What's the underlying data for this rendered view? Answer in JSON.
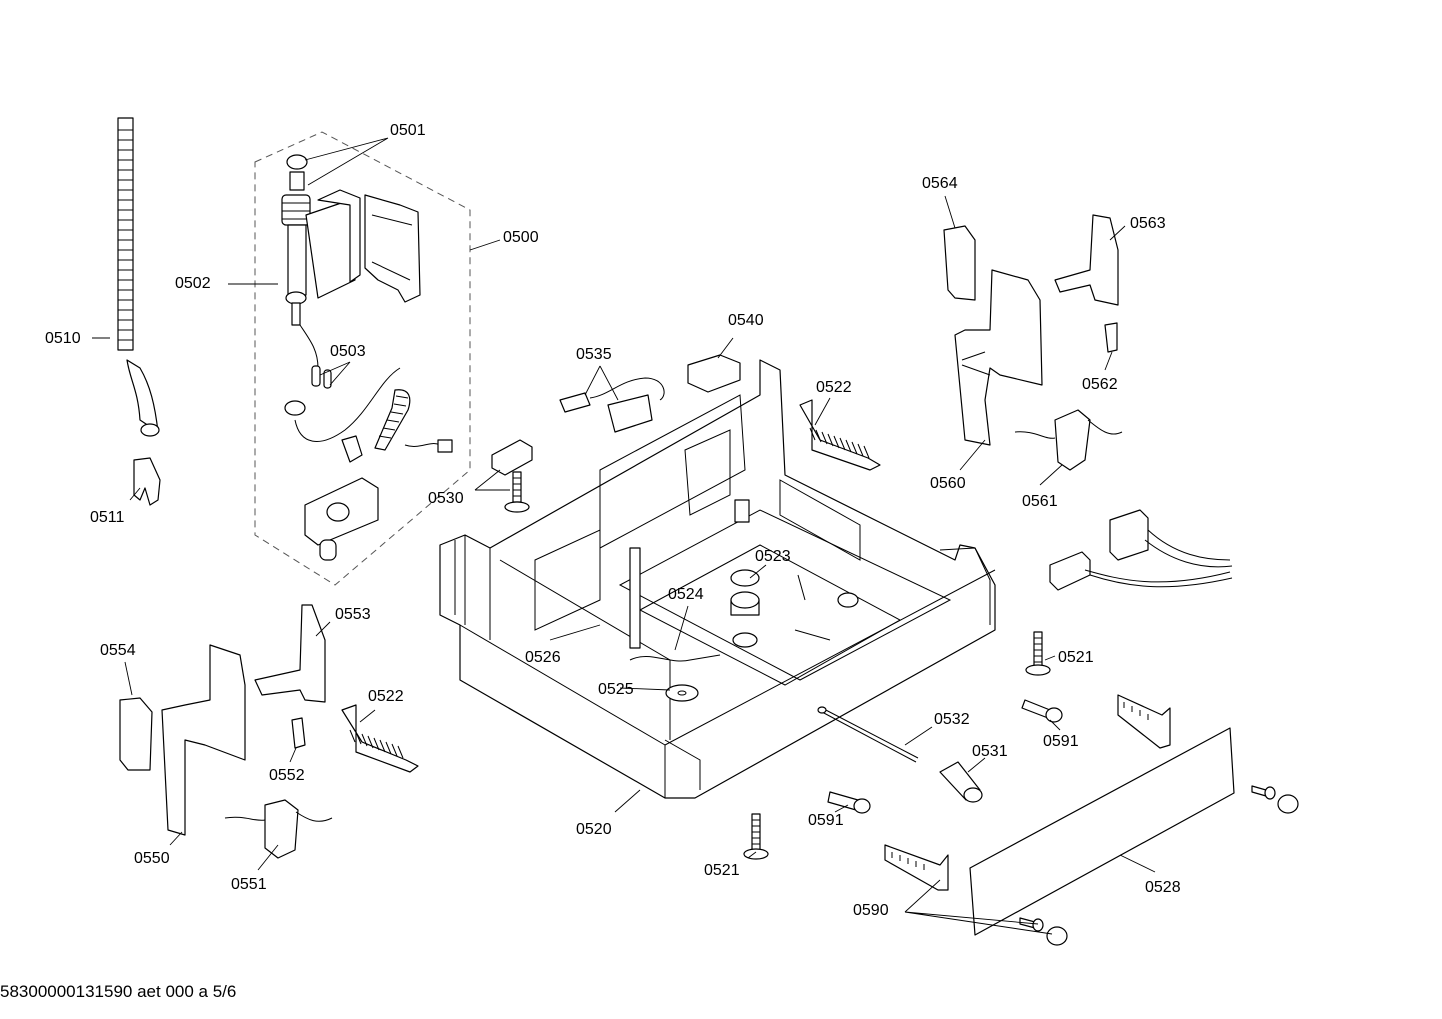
{
  "labels": {
    "l0501": "0501",
    "l0500": "0500",
    "l0502": "0502",
    "l0510": "0510",
    "l0503": "0503",
    "l0511": "0511",
    "l0535": "0535",
    "l0540": "0540",
    "l0522a": "0522",
    "l0530": "0530",
    "l0523": "0523",
    "l0524": "0524",
    "l0526": "0526",
    "l0525": "0525",
    "l0520": "0520",
    "l0564": "0564",
    "l0563": "0563",
    "l0562": "0562",
    "l0560": "0560",
    "l0561": "0561",
    "l0554": "0554",
    "l0553": "0553",
    "l0522b": "0522",
    "l0552": "0552",
    "l0550": "0550",
    "l0551": "0551",
    "l0521a": "0521",
    "l0591a": "0591",
    "l0532": "0532",
    "l0531": "0531",
    "l0591b": "0591",
    "l0521b": "0521",
    "l0528": "0528",
    "l0590": "0590"
  },
  "footer": "58300000131590 aet 000 a 5/6"
}
